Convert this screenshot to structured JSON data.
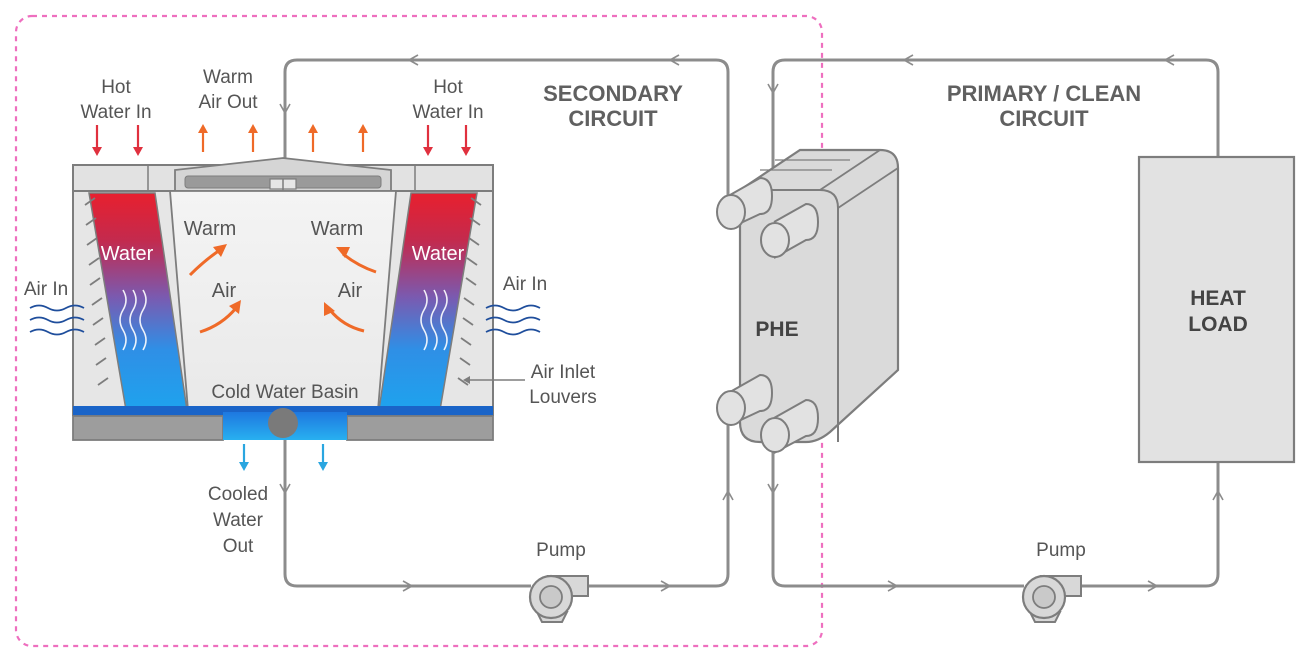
{
  "labels": {
    "hot_water_in_left_1": "Hot",
    "hot_water_in_left_2": "Water In",
    "warm_air_out_1": "Warm",
    "warm_air_out_2": "Air Out",
    "hot_water_in_right_1": "Hot",
    "hot_water_in_right_2": "Water In",
    "secondary_circuit_1": "SECONDARY",
    "secondary_circuit_2": "CIRCUIT",
    "primary_circuit_1": "PRIMARY / CLEAN",
    "primary_circuit_2": "CIRCUIT",
    "water_left": "Water",
    "water_right": "Water",
    "warm_air_left_1": "Warm",
    "warm_air_left_2": "Air",
    "warm_air_right_1": "Warm",
    "warm_air_right_2": "Air",
    "air_in_left": "Air In",
    "air_in_right": "Air In",
    "air_inlet_louvers_1": "Air Inlet",
    "air_inlet_louvers_2": "Louvers",
    "cold_water_basin": "Cold Water Basin",
    "cooled_water_out_1": "Cooled",
    "cooled_water_out_2": "Water",
    "cooled_water_out_3": "Out",
    "phe": "PHE",
    "heat_load_1": "HEAT",
    "heat_load_2": "LOAD",
    "pump_left": "Pump",
    "pump_right": "Pump"
  },
  "colors": {
    "pipe": "#8c8c8c",
    "hot_arrow": "#e0303e",
    "warm_arrow": "#ef6a28",
    "cold_arrow": "#2aa6e0",
    "air_in_wave": "#1f4e9c",
    "boundary": "#ee6fbf",
    "water_hot": "#e8202e",
    "water_cold": "#1ea3ee",
    "equipment_fill": "#e4e4e4",
    "equipment_stroke": "#7d7d7d"
  }
}
